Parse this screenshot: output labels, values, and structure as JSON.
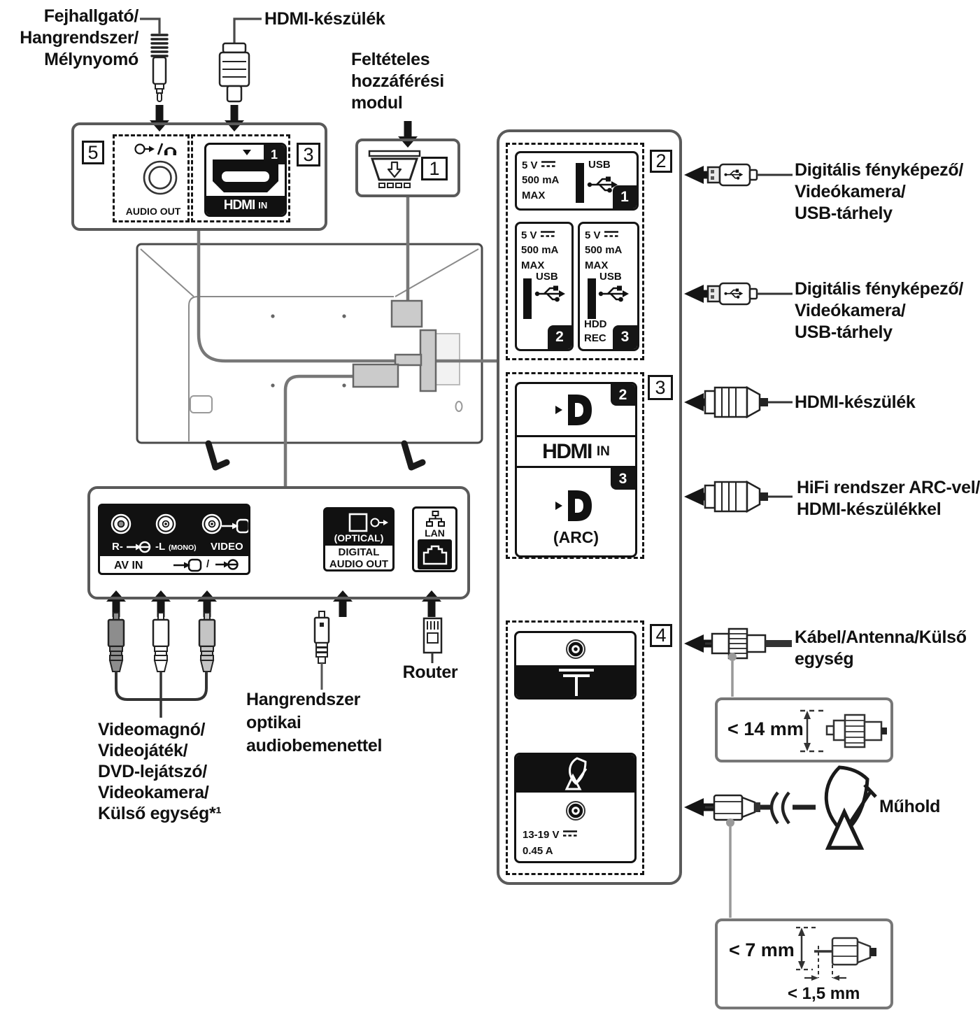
{
  "labels": {
    "headphone_audio": "Fejhallgató/\nHangrendszer/\nMélynyomó",
    "hdmi_device_top": "HDMI-készülék",
    "cam_module": "Feltételes\nhozzáférési\nmodul",
    "usb_devices_1": "Digitális fényképező/\nVideókamera/\nUSB-tárhely",
    "usb_devices_2": "Digitális fényképező/\nVideókamera/\nUSB-tárhely",
    "hdmi_device_right": "HDMI-készülék",
    "hifi_arc": "HiFi rendszer ARC-vel/\nHDMI-készülékkel",
    "cable_antenna": "Kábel/Antenna/Külső\negység",
    "satellite": "Műhold",
    "av_devices": "Videomagnó/\nVideojáték/\nDVD-lejátszó/\nVideokamera/\nKülső egység*¹",
    "optical_audio": "Hangrendszer\noptikai\naudiobemenettel",
    "router": "Router"
  },
  "av_out_panel": {
    "badge_5": "5",
    "audio_out": "AUDIO OUT",
    "badge_3": "3",
    "hdmi_port_num": "1",
    "hdmi_logo": "HDMI",
    "hdmi_in": "IN"
  },
  "cam_box": {
    "badge": "1"
  },
  "right_panel": {
    "usb_badge": "2",
    "usb_ports": [
      {
        "volts": "5 V",
        "current": "500 mA",
        "max": "MAX",
        "usb": "USB",
        "num": "1"
      },
      {
        "volts": "5 V",
        "current": "500 mA",
        "max": "MAX",
        "usb": "USB",
        "num": "2"
      },
      {
        "volts": "5 V",
        "current": "500 mA",
        "max": "MAX",
        "usb": "USB",
        "num": "3",
        "hdd": "HDD",
        "rec": "REC"
      }
    ],
    "hdmi_badge": "3",
    "hdmi_port2_num": "2",
    "hdmi_logo": "HDMI",
    "hdmi_in": "IN",
    "hdmi_port3_num": "3",
    "arc": "(ARC)",
    "ant_badge": "4",
    "sat_volts": "13-19 V",
    "sat_current": "0.45 A"
  },
  "bottom_panel": {
    "r": "R-",
    "l": "-L",
    "mono": "(MONO)",
    "video": "VIDEO",
    "av_in": "AV IN",
    "slash": "/",
    "optical": "(OPTICAL)",
    "digital_audio_out": "DIGITAL\nAUDIO OUT",
    "lan": "LAN"
  },
  "dimensions": {
    "coax_14": "< 14 mm",
    "sat_7": "< 7 mm",
    "sat_15": "< 1,5 mm"
  }
}
